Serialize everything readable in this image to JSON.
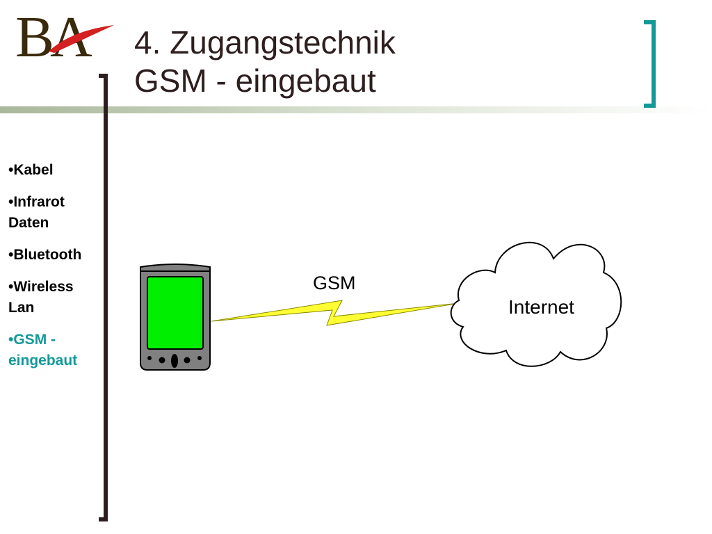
{
  "logo": {
    "text": "BA"
  },
  "title": {
    "line1": "4. Zugangstechnik",
    "line2": "GSM - eingebaut"
  },
  "nav": {
    "items": [
      {
        "label": "•Kabel",
        "active": false
      },
      {
        "label": "•Infrarot Daten",
        "active": false
      },
      {
        "label": "•Bluetooth",
        "active": false
      },
      {
        "label": "•Wireless Lan",
        "active": false
      },
      {
        "label": "•GSM - eingebaut",
        "active": true
      }
    ]
  },
  "diagram": {
    "link_label": "GSM",
    "cloud_label": "Internet"
  },
  "colors": {
    "accent": "#139999",
    "title": "#2e1f1f",
    "bar": "#2e1f1f",
    "logo": "#3a2a0c",
    "swoosh": "#d42020",
    "screen": "#00ee00",
    "device": "#808080",
    "bolt": "#ffff33"
  }
}
